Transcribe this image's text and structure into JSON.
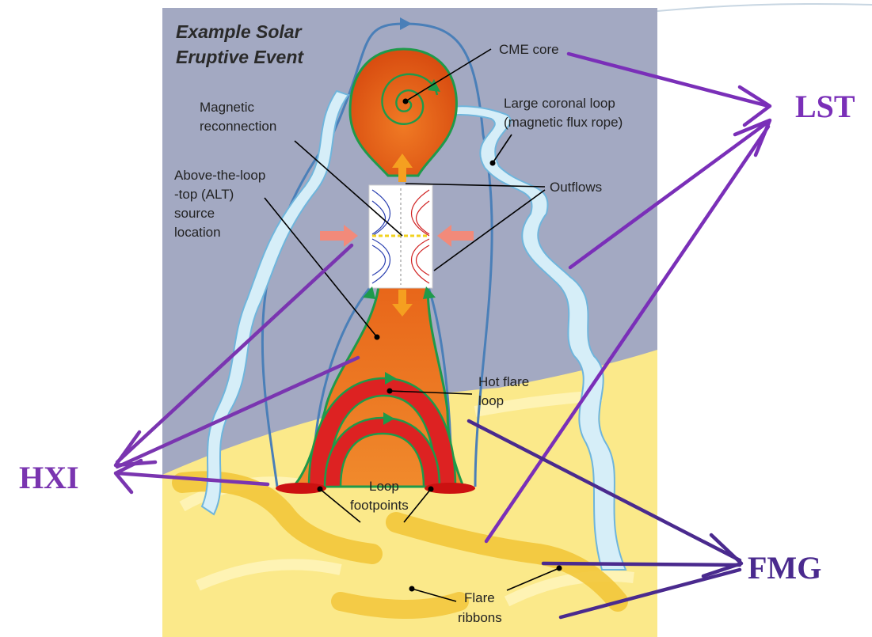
{
  "title": {
    "line1": "Example Solar",
    "line2": "Eruptive Event"
  },
  "labels": {
    "cme_core": "CME core",
    "magnetic_reconnection_1": "Magnetic",
    "magnetic_reconnection_2": "reconnection",
    "large_coronal_loop_1": "Large coronal loop",
    "large_coronal_loop_2": "(magnetic flux rope)",
    "alt_1": "Above-the-loop",
    "alt_2": "-top (ALT)",
    "alt_3": "source",
    "alt_4": "location",
    "outflows": "Outflows",
    "hot_flare_loop_1": "Hot flare",
    "hot_flare_loop_2": "loop",
    "loop_footpoints_1": "Loop",
    "loop_footpoints_2": "footpoints",
    "flare_ribbons_1": "Flare",
    "flare_ribbons_2": "ribbons"
  },
  "instruments": {
    "lst": "LST",
    "hxi": "HXI",
    "fmg": "FMG"
  },
  "colors": {
    "sky": "#a3a9c2",
    "sun": "#fbe98a",
    "flux_rope": "#d6eef8",
    "field_line": "#4a7fb8",
    "plasma_orange": "#e06a1c",
    "flare_red": "#dd2222",
    "green_line": "#1e9a4a",
    "arrow_lst": "#7a2fb8",
    "arrow_hxi": "#7a35b0",
    "arrow_fmg": "#4a2a8e"
  }
}
